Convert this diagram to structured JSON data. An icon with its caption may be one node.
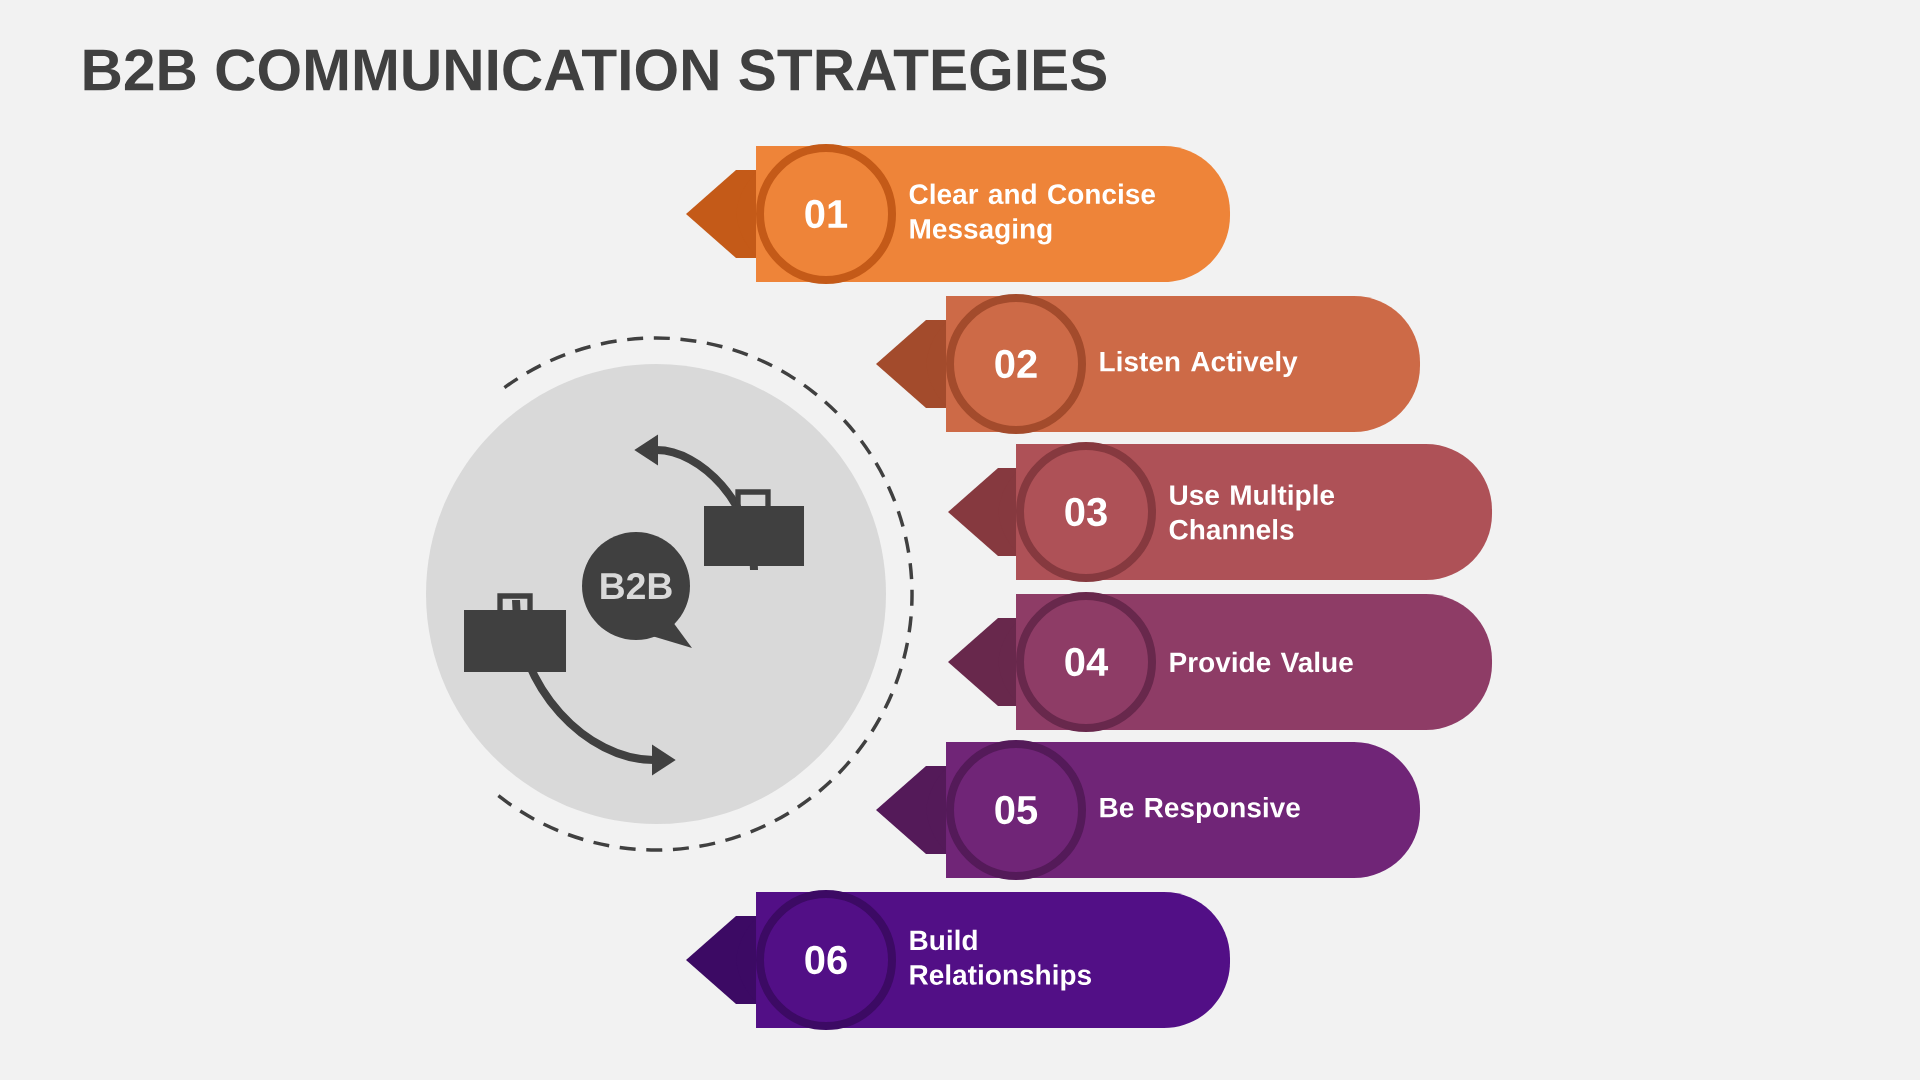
{
  "diagram": {
    "title": "B2B COMMUNICATION STRATEGIES",
    "nodes": [
      {
        "text": [],
        "shape": "circle"
      },
      {
        "text": [
          "B2B"
        ],
        "in": 0
      },
      {
        "text": [
          "01",
          "Clear and Concise Messaging"
        ]
      },
      {
        "text": [
          "02",
          "Listen Actively"
        ]
      },
      {
        "text": [
          "03",
          "Use Multiple Channels"
        ]
      },
      {
        "text": [
          "04",
          "Provide Value"
        ]
      },
      {
        "text": [
          "05",
          "Be Responsive"
        ]
      },
      {
        "text": [
          "06",
          "Build Relationships"
        ]
      }
    ],
    "edges": []
  }
}
